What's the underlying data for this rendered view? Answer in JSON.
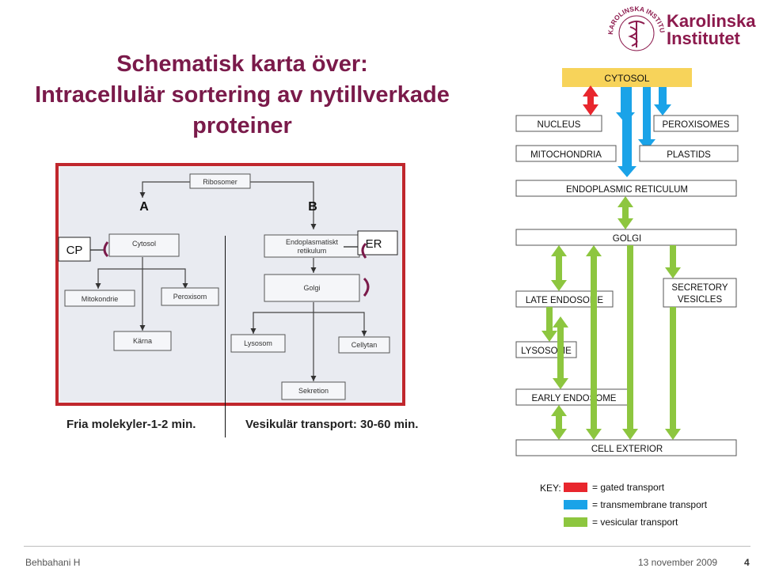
{
  "title": {
    "line1": "Schematisk karta över:",
    "line2": "Intracellulär sortering av nytillverkade",
    "line3": "proteiner"
  },
  "logo": {
    "line1": "Karolinska",
    "line2": "Institutet",
    "ring_text": "KAROLINSKA INSTITUTET"
  },
  "left_diagram": {
    "ribosomer": "Ribosomer",
    "label_a": "A",
    "label_b": "B",
    "cp": "CP",
    "er": "ER",
    "cytosol": "Cytosol",
    "er_box_line1": "Endoplasmatiskt",
    "er_box_line2": "retikulum",
    "mitokondrie": "Mitokondrie",
    "peroxisom": "Peroxisom",
    "karna": "Kärna",
    "golgi": "Golgi",
    "lysosom": "Lysosom",
    "cellytan": "Cellytan",
    "sekretion": "Sekretion"
  },
  "captions": {
    "left": "Fria molekyler-1-2 min.",
    "right": "Vesikulär transport: 30-60 min."
  },
  "right_diagram": {
    "cytosol": "CYTOSOL",
    "nucleus": "NUCLEUS",
    "peroxisomes": "PEROXISOMES",
    "mitochondria": "MITOCHONDRIA",
    "plastids": "PLASTIDS",
    "er": "ENDOPLASMIC RETICULUM",
    "golgi": "GOLGI",
    "late_endosome": "LATE ENDOSOME",
    "secretory_line1": "SECRETORY",
    "secretory_line2": "VESICLES",
    "lysosome": "LYSOSOME",
    "early_endosome": "EARLY ENDOSOME",
    "cell_exterior": "CELL EXTERIOR"
  },
  "key": {
    "label": "KEY:",
    "items": [
      {
        "label": "= gated transport",
        "color": "#e8262d"
      },
      {
        "label": "= transmembrane transport",
        "color": "#1aa3e8"
      },
      {
        "label": "= vesicular transport",
        "color": "#8dc63f"
      }
    ]
  },
  "colors": {
    "title": "#7a1a4a",
    "gated": "#e8262d",
    "transmembrane": "#1aa3e8",
    "vesicular": "#8dc63f",
    "cytosol_bar": "#f7d35a",
    "photo_frame": "#c0272d"
  },
  "footer": {
    "author": "Behbahani H",
    "date": "13 november 2009",
    "page": "4"
  }
}
